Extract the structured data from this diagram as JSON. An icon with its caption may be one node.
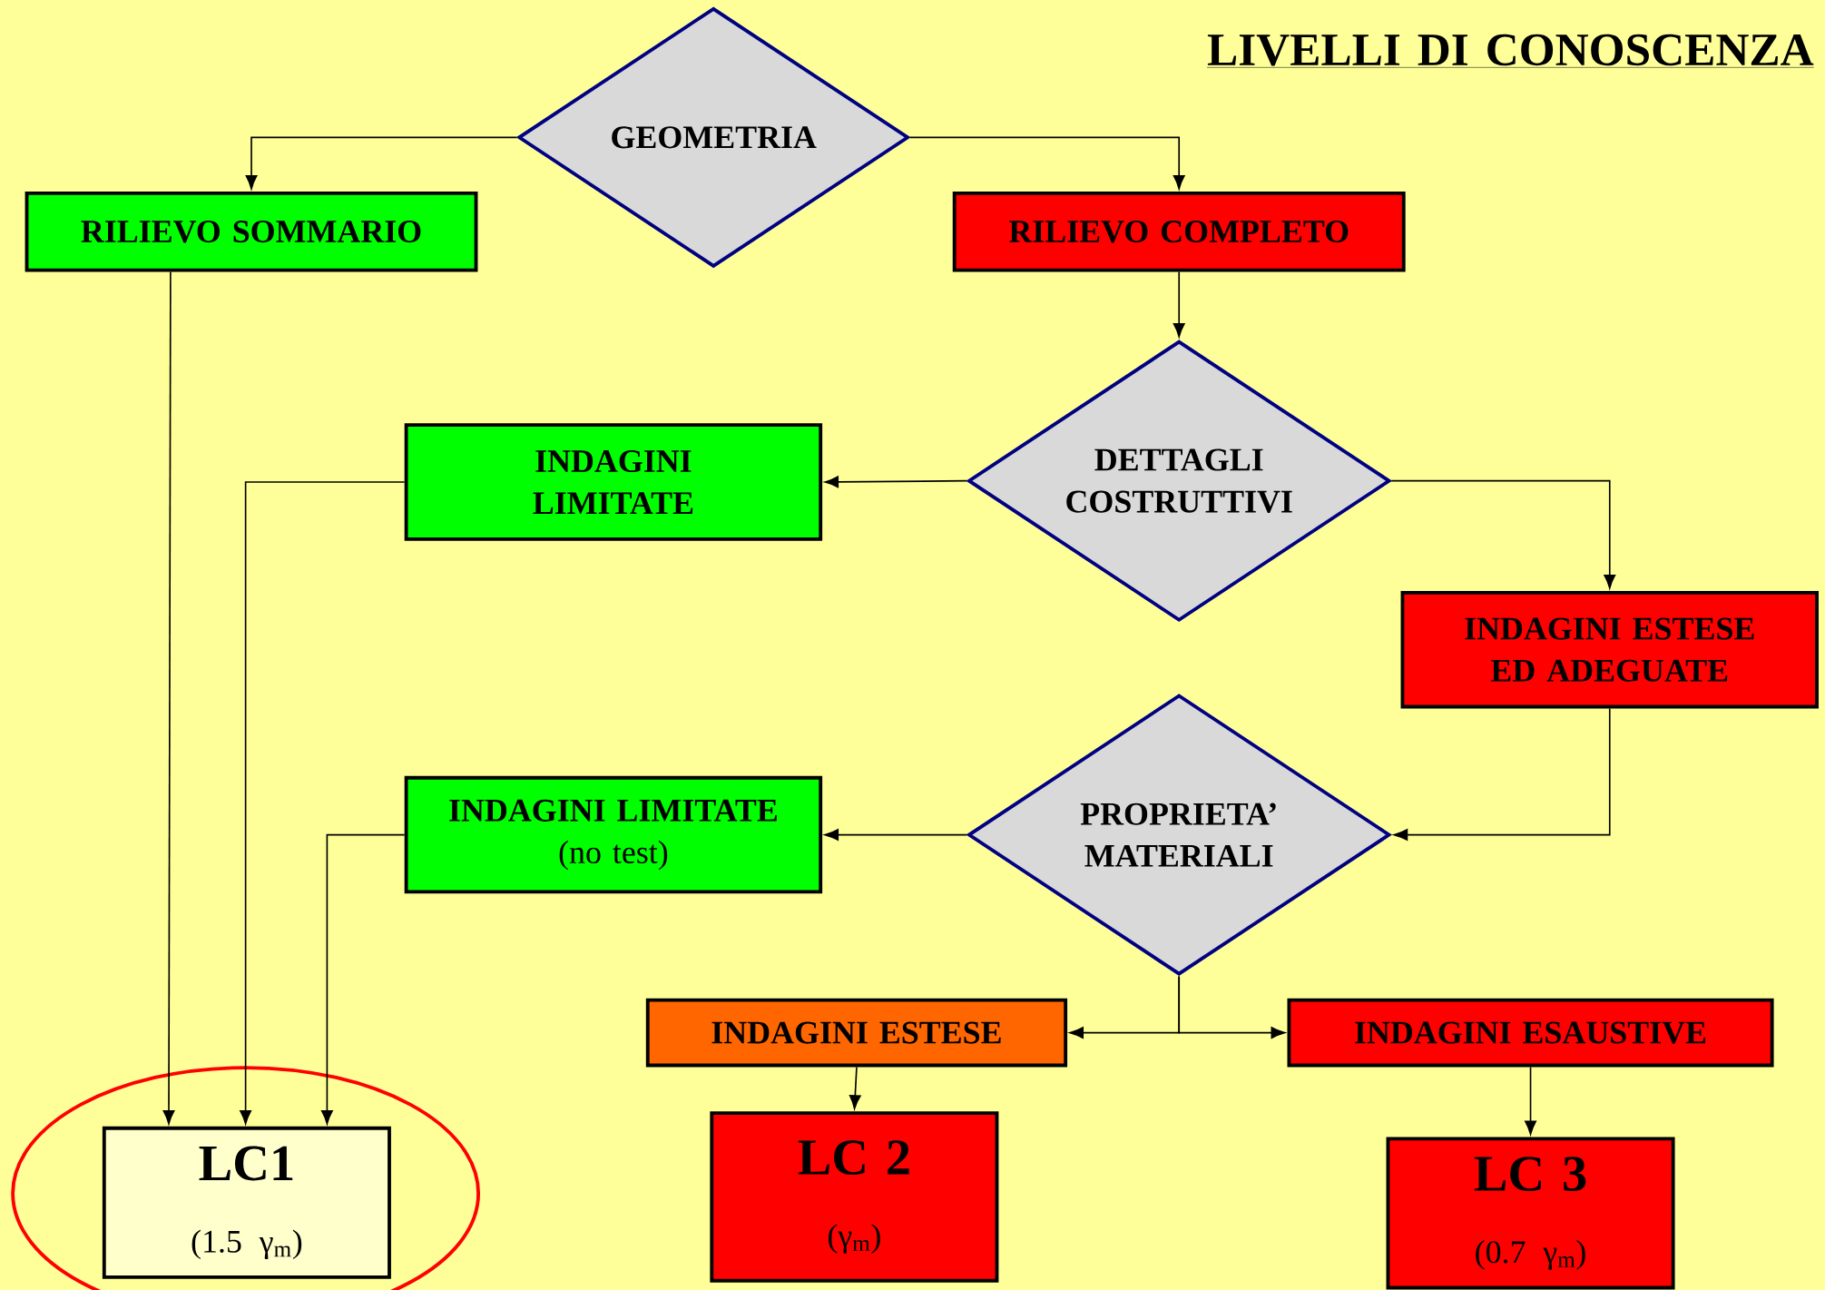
{
  "diagram": {
    "title": "LIVELLI DI CONOSCENZA",
    "nodes": [
      {
        "text": [
          "GEOMETRIA"
        ]
      },
      {
        "text": [
          "RILIEVO SOMMARIO"
        ]
      },
      {
        "text": [
          "RILIEVO COMPLETO"
        ]
      },
      {
        "text": [
          "DETTAGLI COSTRUTTIVI"
        ]
      },
      {
        "text": [
          "INDAGINI LIMITATE"
        ]
      },
      {
        "text": [
          "INDAGINI ESTESE ED ADEGUATE"
        ]
      },
      {
        "text": [
          "PROPRIETA’ MATERIALI"
        ]
      },
      {
        "text": [
          "INDAGINI LIMITATE",
          "(no test)"
        ]
      },
      {
        "text": [
          "INDAGINI ESTESE"
        ]
      },
      {
        "text": [
          "INDAGINI ESAUSTIVE"
        ]
      },
      {
        "text": [
          "LC1",
          "(1.5 γ$_{m}$)"
        ]
      },
      {
        "text": [
          "LC 2",
          "(γ$_{m}$)"
        ]
      },
      {
        "text": [
          "LC 3",
          "(0.7 γ$_{m}$)"
        ]
      }
    ],
    "edges": [
      {
        "from": 0,
        "to": 1,
        "arrow": "to"
      },
      {
        "from": 0,
        "to": 2,
        "arrow": "to"
      },
      {
        "from": 1,
        "to": 10,
        "arrow": "to"
      },
      {
        "from": 2,
        "to": 3,
        "arrow": "to"
      },
      {
        "from": 3,
        "to": 4,
        "arrow": "to"
      },
      {
        "from": 3,
        "to": 5,
        "arrow": "to"
      },
      {
        "from": 4,
        "to": 10,
        "arrow": "to"
      },
      {
        "from": 5,
        "to": 6,
        "arrow": "to"
      },
      {
        "from": 6,
        "to": 7,
        "arrow": "to"
      },
      {
        "from": 7,
        "to": 10,
        "arrow": "to"
      },
      {
        "from": 6,
        "to": 8,
        "arrow": "to"
      },
      {
        "from": 6,
        "to": 9,
        "arrow": "to"
      },
      {
        "from": 8,
        "to": 11,
        "arrow": "to"
      },
      {
        "from": 9,
        "to": 12,
        "arrow": "to"
      }
    ]
  }
}
